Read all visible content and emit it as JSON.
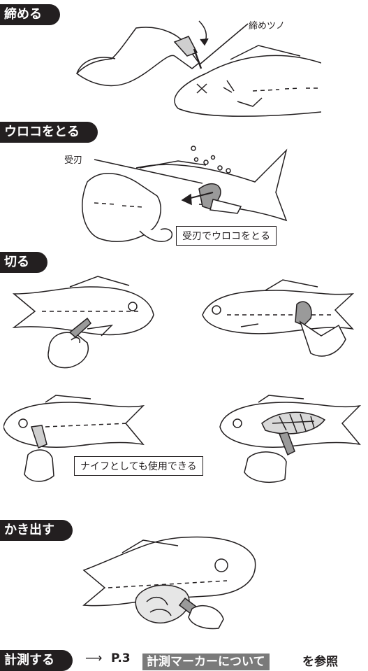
{
  "sections": [
    {
      "title": "締める"
    },
    {
      "title": "ウロコをとる"
    },
    {
      "title": "切る"
    },
    {
      "title": "かき出す"
    },
    {
      "title": "計測する"
    }
  ],
  "labels": {
    "shime_tsuno": "締めツノ",
    "ukeba": "受刃",
    "ukeba_uroko": "受刃でウロコをとる",
    "knife_use": "ナイフとしても使用できる"
  },
  "reference": {
    "arrow": "⟶",
    "page": "P.3",
    "topic": "計測マーカーについて",
    "suffix": "を参照"
  }
}
